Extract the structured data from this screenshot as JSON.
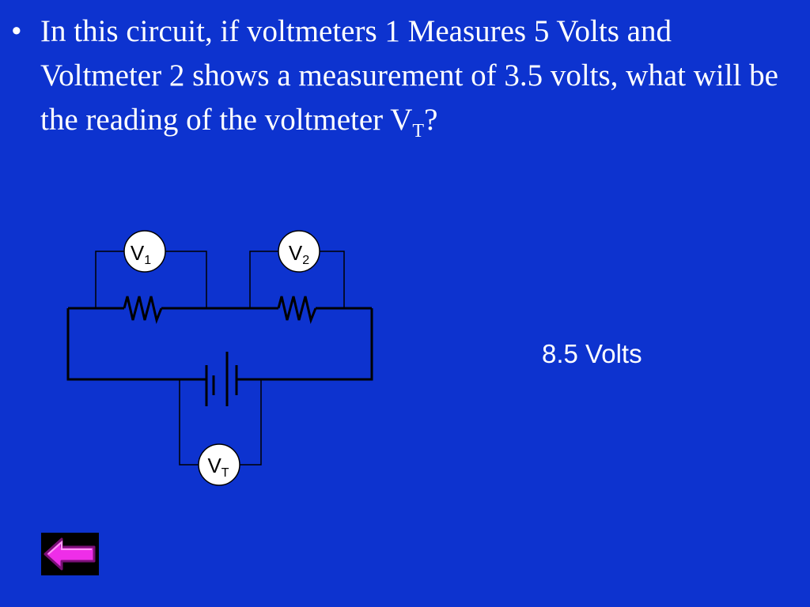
{
  "question": {
    "bullet": "•",
    "text_main": "In this circuit, if voltmeters 1 Measures 5 Volts and Voltmeter 2 shows a measurement of 3.5 volts, what will be the reading of the voltmeter V",
    "text_subscript": "T",
    "text_end": "?"
  },
  "answer": "8.5 Volts",
  "circuit": {
    "meter1": {
      "letter": "V",
      "subscript": "1"
    },
    "meter2": {
      "letter": "V",
      "subscript": "2"
    },
    "meterT": {
      "letter": "V",
      "subscript": "T"
    }
  },
  "navigation": {
    "back_icon": "left-arrow-icon",
    "icon_color": "#ee2ee8"
  },
  "colors": {
    "background": "#0d33cf",
    "text": "#ffffff",
    "wire": "#000000"
  }
}
